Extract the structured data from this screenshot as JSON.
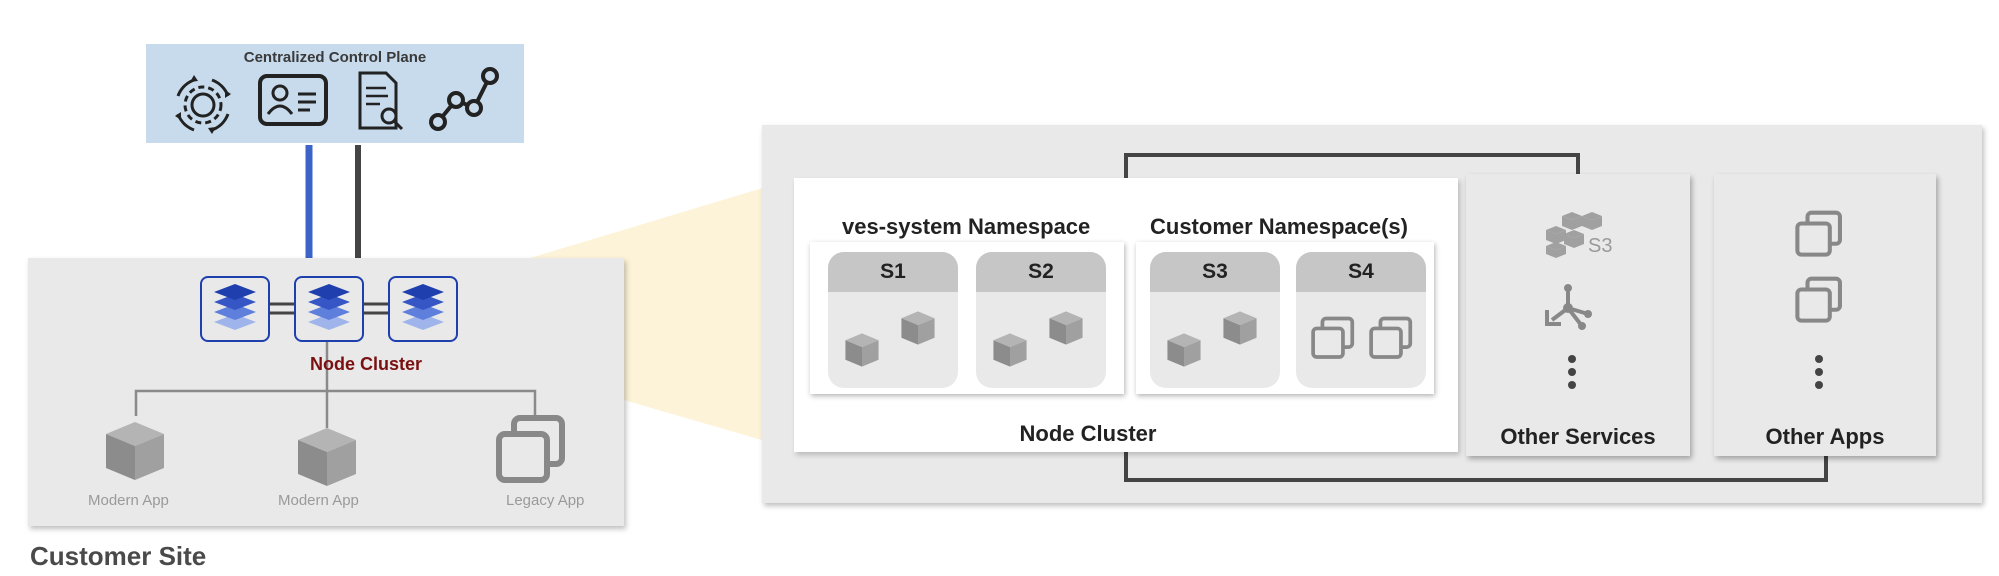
{
  "control_plane": {
    "title": "Centralized Control Plane",
    "icons": [
      "gear-cycle-icon",
      "id-card-icon",
      "document-search-icon",
      "graph-nodes-icon"
    ]
  },
  "customer_site": {
    "label": "Customer Site",
    "node_cluster_label": "Node Cluster",
    "apps": [
      "Modern App",
      "Modern App",
      "Legacy App"
    ]
  },
  "detail": {
    "ves_namespace": {
      "title": "ves-system Namespace",
      "services": [
        "S1",
        "S2"
      ]
    },
    "customer_namespace": {
      "title": "Customer Namespace(s)",
      "services": [
        "S3",
        "S4"
      ]
    },
    "node_cluster_label": "Node Cluster",
    "other_services": {
      "label": "Other Services",
      "s3_text": "S3"
    },
    "other_apps": {
      "label": "Other Apps"
    }
  },
  "colors": {
    "link_blue": "#3b63c8",
    "link_dark": "#444444",
    "node_blue": "#1e40af",
    "cluster_label": "#7a1010",
    "zoom_highlight": "#fdf3d9"
  }
}
